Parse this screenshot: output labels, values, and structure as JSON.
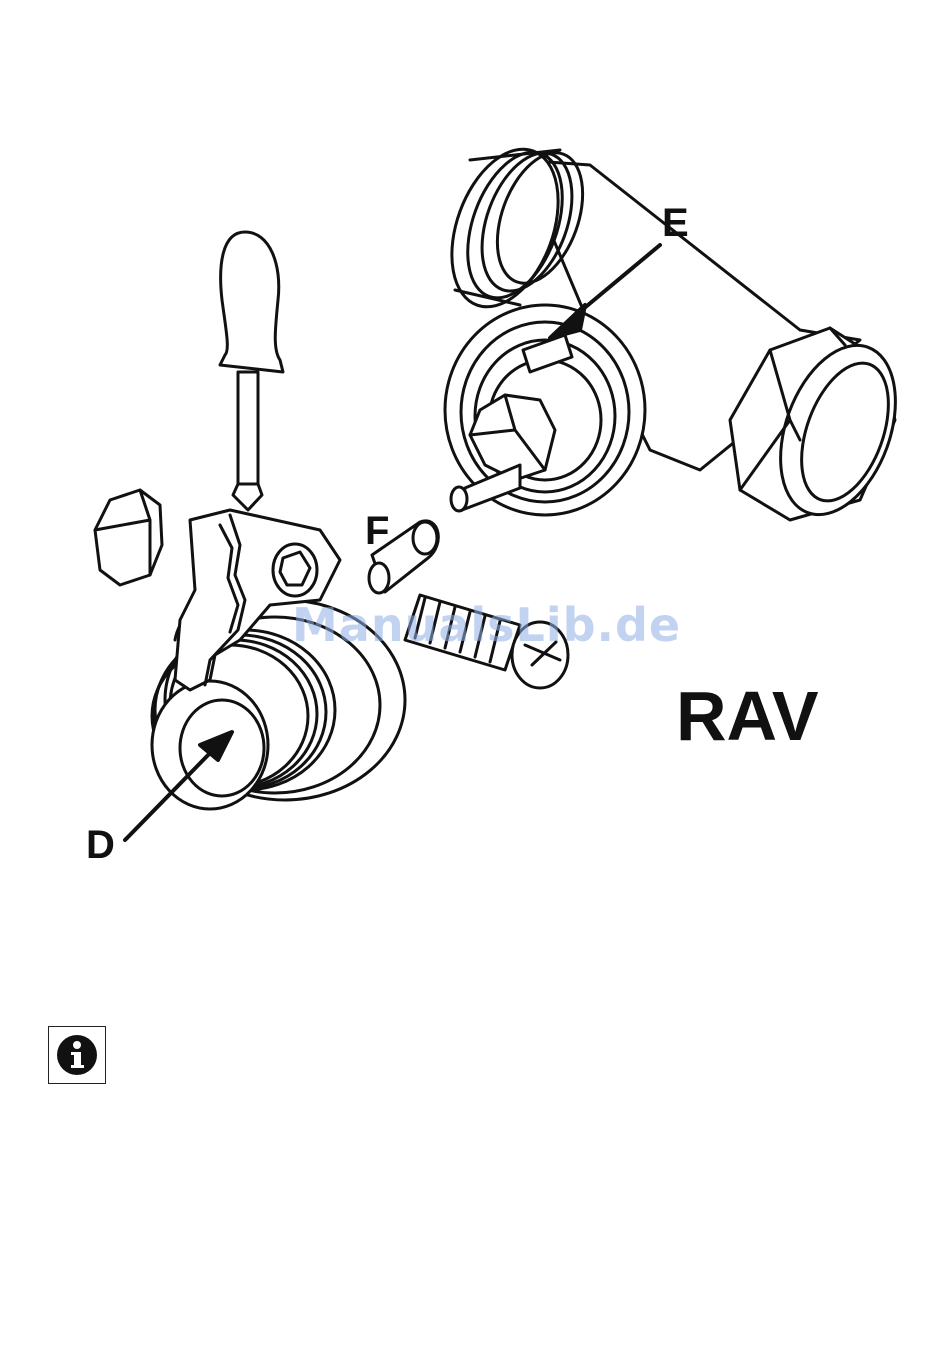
{
  "labels": {
    "d": "D",
    "e": "E",
    "f": "F",
    "model": "RAV"
  },
  "watermark": "ManualsLib.de",
  "info_icon": {
    "name": "info-icon",
    "color": "#111111"
  },
  "colors": {
    "line": "#111111",
    "background": "#ffffff",
    "watermark": "#8fb0e6"
  }
}
